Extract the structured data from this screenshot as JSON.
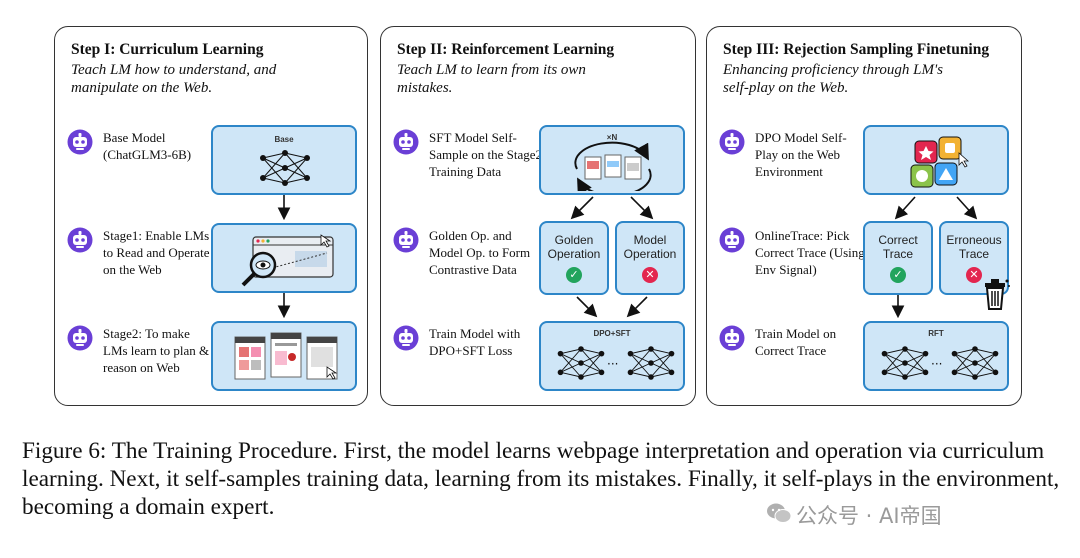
{
  "steps": [
    {
      "title": "Step I: Curriculum Learning",
      "subtitle": "Teach LM how to understand, and manipulate on the Web.",
      "rows": [
        "Base Model (ChatGLM3-6B)",
        "Stage1: Enable LMs to Read and Operate on the Web",
        "Stage2: To make LMs learn to plan & reason on Web"
      ],
      "box_labels": [
        "Base"
      ]
    },
    {
      "title": "Step II: Reinforcement Learning",
      "subtitle": "Teach LM to learn from its own mistakes.",
      "rows": [
        "SFT Model Self-Sample on the Stage2 Training Data",
        "Golden Op. and Model Op. to Form Contrastive Data",
        "Train Model with DPO+SFT Loss"
      ],
      "box_labels": [
        "×N",
        "DPO+SFT"
      ],
      "branches": [
        "Golden Operation",
        "Model Operation"
      ]
    },
    {
      "title": "Step III: Rejection Sampling Finetuning",
      "subtitle": "Enhancing proficiency through LM's self-play on the Web.",
      "rows": [
        "DPO Model Self-Play on the Web Environment",
        "OnlineTrace: Pick Correct Trace (Using Env Signal)",
        "Train Model on Correct Trace"
      ],
      "box_labels": [
        "RFT"
      ],
      "branches": [
        "Correct Trace",
        "Erroneous Trace"
      ]
    }
  ],
  "caption": "Figure 6: The Training Procedure. First, the model learns webpage interpretation and operation via curriculum learning. Next, it self-samples training data, learning from its mistakes. Finally, it self-plays in the environment, becoming a domain expert.",
  "watermark": "公众号 · AI帝国",
  "colors": {
    "box_fill": "#cfe6f7",
    "box_border": "#2d86c8",
    "robot": "#6a3fd6",
    "ok": "#22a45d",
    "bad": "#e3264f"
  }
}
